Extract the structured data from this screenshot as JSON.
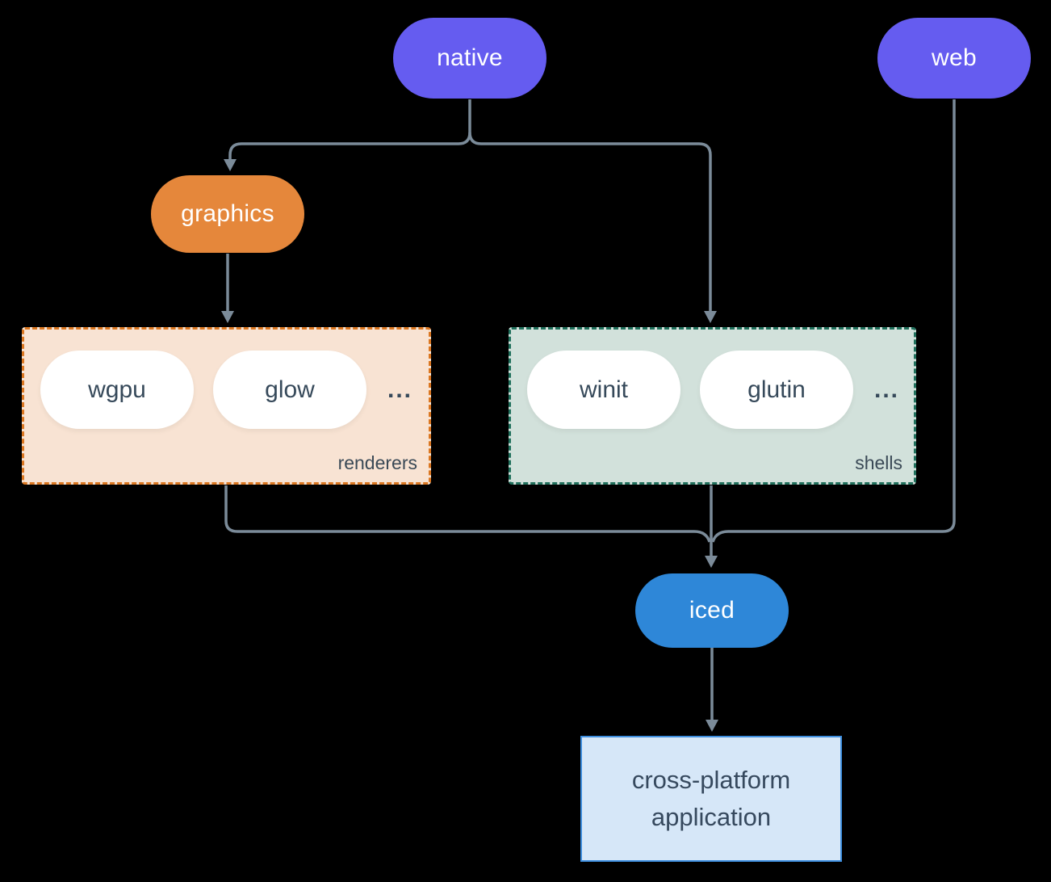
{
  "diagram": {
    "nodes": {
      "native": {
        "label": "native",
        "color": "#655CF0"
      },
      "web": {
        "label": "web",
        "color": "#655CF0"
      },
      "graphics": {
        "label": "graphics",
        "color": "#E5873B"
      },
      "iced": {
        "label": "iced",
        "color": "#2E87D8"
      },
      "app": {
        "label_line1": "cross-platform",
        "label_line2": "application",
        "bg": "#D6E7F8",
        "border": "#3E8EDE"
      }
    },
    "groups": {
      "renderers": {
        "label": "renderers",
        "items": [
          "wgpu",
          "glow"
        ],
        "ellipsis": "...",
        "bg": "#F8E3D3",
        "border": "#DB7721"
      },
      "shells": {
        "label": "shells",
        "items": [
          "winit",
          "glutin"
        ],
        "ellipsis": "...",
        "bg": "#D2E1DB",
        "border": "#20705C"
      }
    },
    "edges": [
      {
        "from": "native",
        "to": "graphics"
      },
      {
        "from": "native",
        "to": "shells"
      },
      {
        "from": "graphics",
        "to": "renderers"
      },
      {
        "from": "renderers",
        "to": "iced"
      },
      {
        "from": "shells",
        "to": "iced"
      },
      {
        "from": "web",
        "to": "iced"
      },
      {
        "from": "iced",
        "to": "app"
      }
    ],
    "colors": {
      "connector": "#7B8B99",
      "item_text": "#36495A",
      "background": "#000000",
      "pill_text": "#FFFFFF"
    }
  }
}
